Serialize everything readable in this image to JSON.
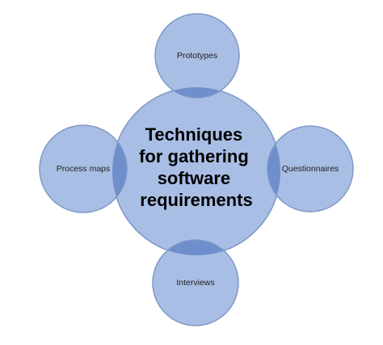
{
  "diagram": {
    "center": {
      "lines": [
        "Techniques",
        "for gathering",
        "software",
        "requirements"
      ]
    },
    "nodes": [
      {
        "id": "prototypes",
        "label": "Prototypes"
      },
      {
        "id": "questionnaires",
        "label": "Questionnaires"
      },
      {
        "id": "interviews",
        "label": "Interviews"
      },
      {
        "id": "process-maps",
        "label": "Process maps"
      }
    ],
    "colors": {
      "circle_fill": "#a9bee4",
      "circle_stroke": "#7f98c8",
      "overlap_fill": "#6f8fcc"
    }
  }
}
